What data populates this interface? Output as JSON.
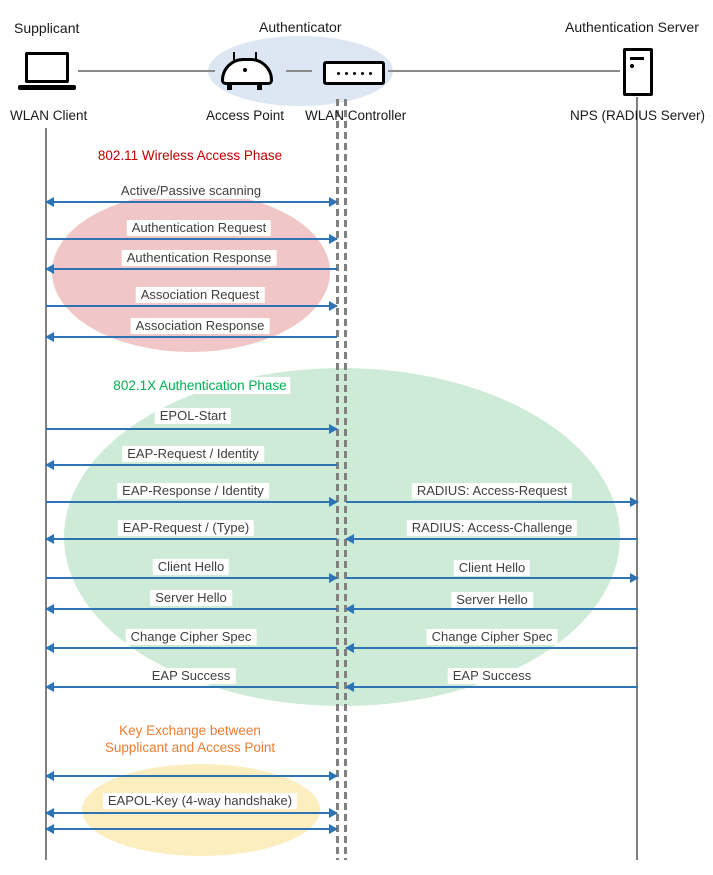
{
  "header": {
    "roles": [
      "Supplicant",
      "Authenticator",
      "Authentication Server"
    ],
    "nodes": [
      "WLAN Client",
      "Access Point",
      "WLAN Controller",
      "NPS (RADIUS Server)"
    ]
  },
  "phases": {
    "p80211": {
      "title": "802.11 Wireless Access Phase",
      "color": "#c00000",
      "ellipse_color": "#f0c6c6"
    },
    "p8021x": {
      "title": "802.1X Authentication Phase",
      "color": "#00b050",
      "ellipse_color": "#cdebd7"
    },
    "key": {
      "line1": "Key Exchange between",
      "line2": "Supplicant and Access Point",
      "color": "#ed7d31",
      "ellipse_color": "#fdeec0"
    }
  },
  "colors": {
    "arrow": "#2e74b5",
    "lifeline": "#7f7f7f",
    "authenticator_ellipse": "#dde6f3"
  },
  "messages": [
    {
      "label": "Active/Passive scanning",
      "segment": "supplicant-authenticator",
      "direction": "both"
    },
    {
      "label": "Authentication Request",
      "segment": "supplicant-authenticator",
      "direction": "right"
    },
    {
      "label": "Authentication Response",
      "segment": "supplicant-authenticator",
      "direction": "left"
    },
    {
      "label": "Association Request",
      "segment": "supplicant-authenticator",
      "direction": "right"
    },
    {
      "label": "Association Response",
      "segment": "supplicant-authenticator",
      "direction": "left"
    },
    {
      "label": "EPOL-Start",
      "segment": "supplicant-authenticator",
      "direction": "right"
    },
    {
      "label": "EAP-Request / Identity",
      "segment": "supplicant-authenticator",
      "direction": "left"
    },
    {
      "label": "EAP-Response / Identity",
      "segment": "supplicant-authenticator",
      "direction": "right"
    },
    {
      "label": "RADIUS: Access-Request",
      "segment": "authenticator-server",
      "direction": "right"
    },
    {
      "label": "EAP-Request / (Type)",
      "segment": "supplicant-authenticator",
      "direction": "left"
    },
    {
      "label": "RADIUS: Access-Challenge",
      "segment": "authenticator-server",
      "direction": "left"
    },
    {
      "label": "Client Hello",
      "segment": "supplicant-authenticator",
      "direction": "right"
    },
    {
      "label": "Client Hello",
      "segment": "authenticator-server",
      "direction": "right"
    },
    {
      "label": "Server Hello",
      "segment": "supplicant-authenticator",
      "direction": "left"
    },
    {
      "label": "Server Hello",
      "segment": "authenticator-server",
      "direction": "left"
    },
    {
      "label": "Change Cipher Spec",
      "segment": "supplicant-authenticator",
      "direction": "left"
    },
    {
      "label": "Change Cipher Spec",
      "segment": "authenticator-server",
      "direction": "left"
    },
    {
      "label": "EAP Success",
      "segment": "supplicant-authenticator",
      "direction": "left"
    },
    {
      "label": "EAP Success",
      "segment": "authenticator-server",
      "direction": "left"
    },
    {
      "label": "",
      "segment": "supplicant-authenticator",
      "direction": "both"
    },
    {
      "label": "EAPOL-Key (4-way handshake)",
      "segment": "supplicant-authenticator",
      "direction": "both"
    },
    {
      "label": "",
      "segment": "supplicant-authenticator",
      "direction": "both"
    }
  ]
}
